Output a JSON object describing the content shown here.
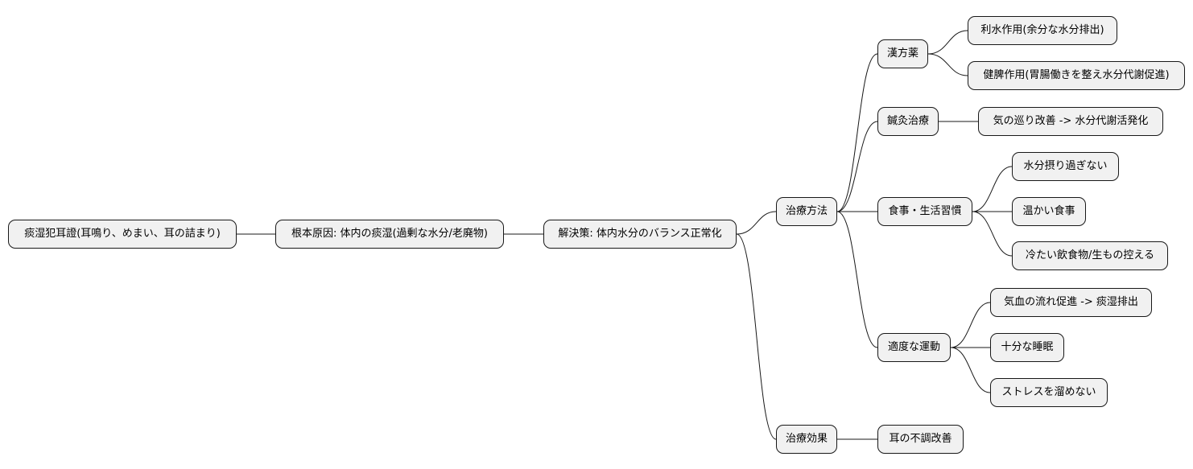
{
  "mindmap": {
    "root": "痰湿犯耳證(耳鳴り、めまい、耳の詰まり)",
    "cause": "根本原因: 体内の痰湿(過剰な水分/老廃物)",
    "solution": "解決策: 体内水分のバランス正常化",
    "treatment_methods": {
      "label": "治療方法",
      "kampo": {
        "label": "漢方薬",
        "items": [
          "利水作用(余分な水分排出)",
          "健脾作用(胃腸働きを整え水分代謝促進)"
        ]
      },
      "acupuncture": {
        "label": "鍼灸治療",
        "items": [
          "気の巡り改善 -> 水分代謝活発化"
        ]
      },
      "diet": {
        "label": "食事・生活習慣",
        "items": [
          "水分摂り過ぎない",
          "温かい食事",
          "冷たい飲食物/生もの控える"
        ]
      },
      "exercise": {
        "label": "適度な運動",
        "items": [
          "気血の流れ促進 -> 痰湿排出",
          "十分な睡眠",
          "ストレスを溜めない"
        ]
      }
    },
    "effect": {
      "label": "治療効果",
      "items": [
        "耳の不調改善"
      ]
    }
  },
  "colors": {
    "node_fill": "#f1f1f1",
    "node_border": "#181818",
    "line": "#181818"
  }
}
